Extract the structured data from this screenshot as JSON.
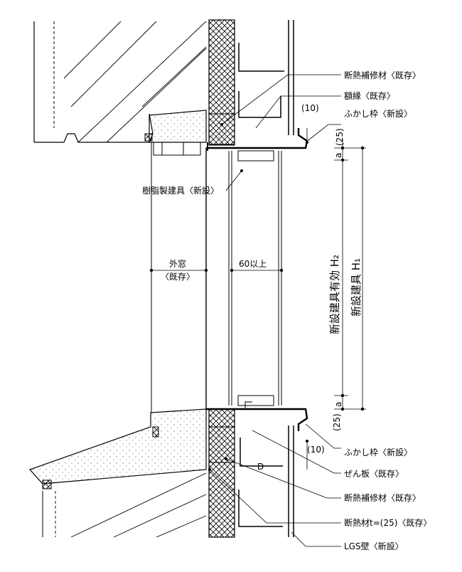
{
  "labels": {
    "insulation_repair_top": "断熱補修材〈既存〉",
    "trim_frame": "額縁〈既存〉",
    "dim_10_top": "(10)",
    "furring_frame_top": "ふかし枠〈新設〉",
    "dim_25_top": "(25)",
    "dim_a_top": "a",
    "resin_fitting": "樹脂製建具〈新設〉",
    "outer_window_line1": "外窓",
    "outer_window_line2": "〈既存〉",
    "gap_60": "60以上",
    "new_fitting_effective": "新設建具有効 H₂",
    "new_fitting_h1": "新設建具 H₁",
    "dim_a_bottom": "a",
    "dim_25_bottom": "(25)",
    "furring_frame_bottom": "ふかし枠〈新設〉",
    "dim_10_bottom": "(10)",
    "dim_D": "D",
    "window_board": "ぜん板〈既存〉",
    "insulation_repair_bottom": "断熱補修材〈既存〉",
    "insulation_material": "断熱材t=(25)〈既存〉",
    "lgs_wall": "LGS壁〈新設〉"
  },
  "colors": {
    "line": "#000000",
    "concrete_dot": "#7a7a7a",
    "hatch": "#000000"
  }
}
